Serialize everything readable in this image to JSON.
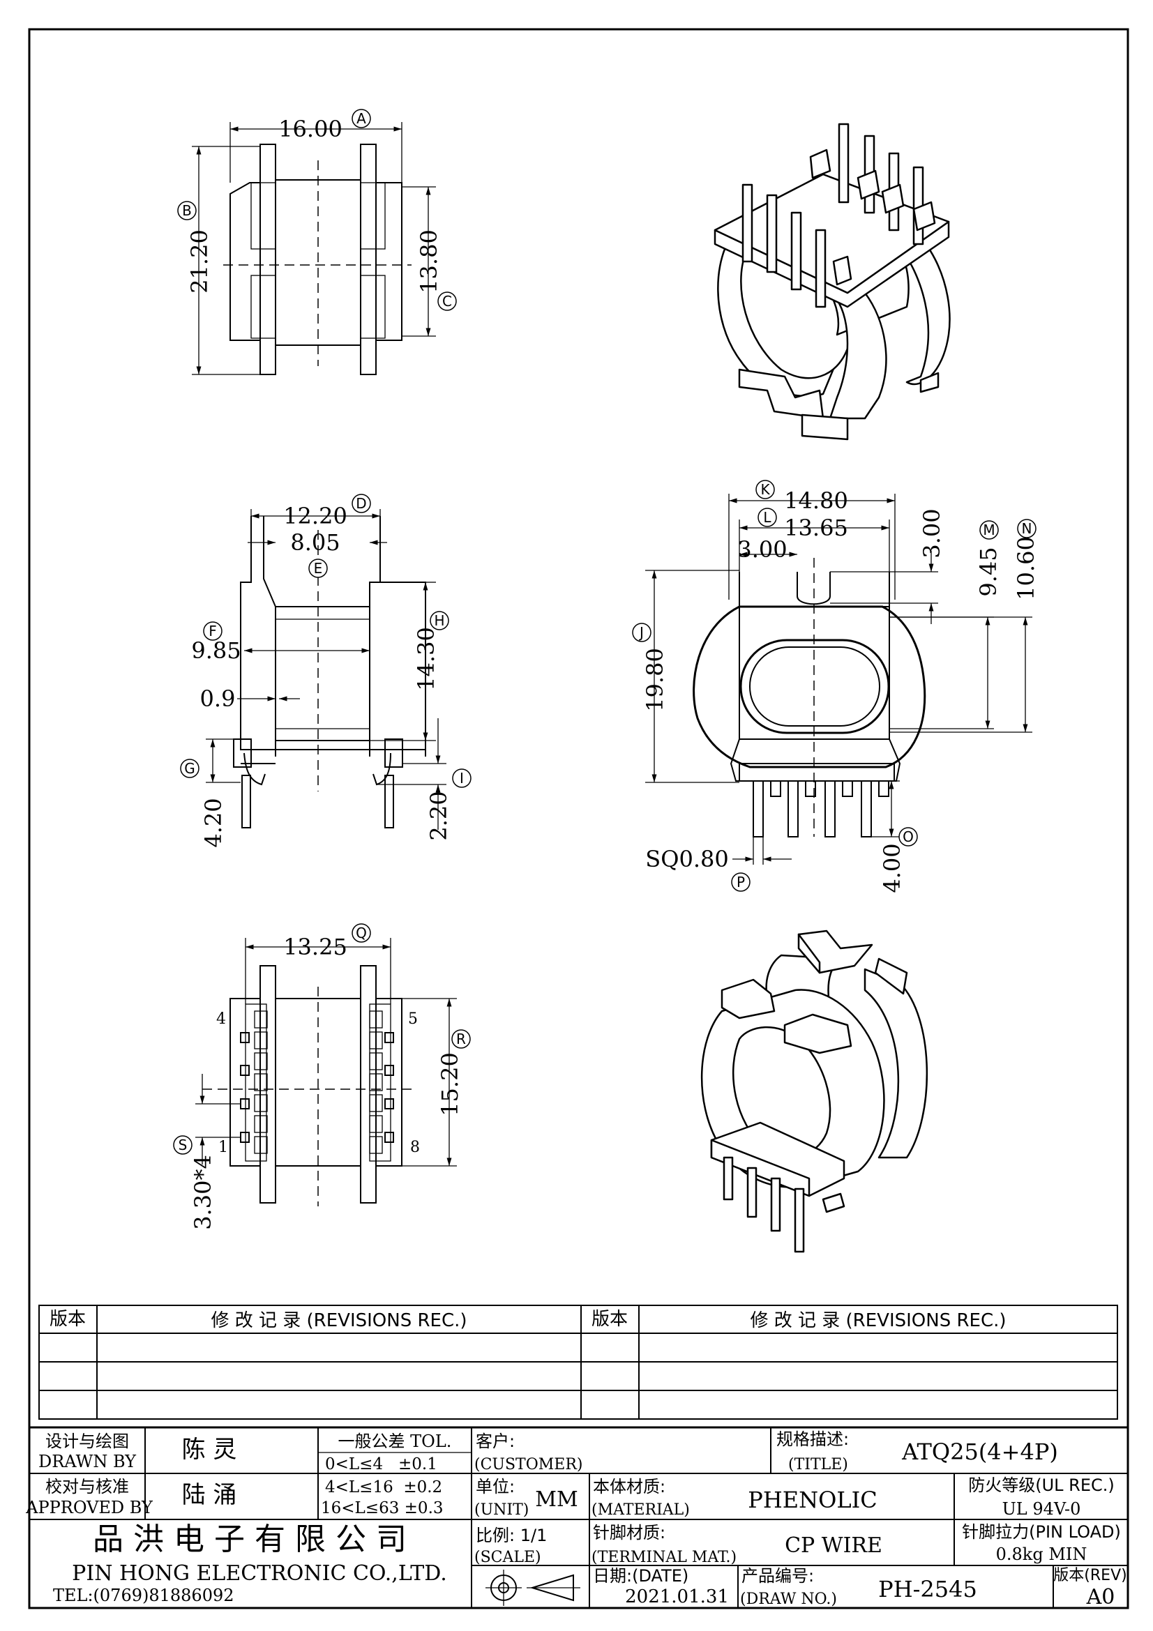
{
  "views": {
    "top": {
      "dim_a": "16.00",
      "dim_b": "21.20",
      "dim_c": "13.80"
    },
    "front": {
      "dim_d": "12.20",
      "dim_e": "8.05",
      "dim_f": "9.85",
      "dim_h": "14.30",
      "dim_09": "0.9",
      "dim_g": "4.20",
      "dim_i": "2.20"
    },
    "side": {
      "dim_k": "14.80",
      "dim_l": "13.65",
      "dim_300a": "3.00",
      "dim_300b": "3.00",
      "dim_m": "9.45",
      "dim_n": "10.60",
      "dim_j": "19.80",
      "dim_o": "4.00",
      "dim_p": "SQ0.80"
    },
    "bottom": {
      "dim_q": "13.25",
      "dim_r": "15.20",
      "dim_s": "3.30*4",
      "pin_4": "4",
      "pin_5": "5",
      "pin_1": "1",
      "pin_8": "8"
    }
  },
  "bubbles": [
    "A",
    "B",
    "C",
    "D",
    "E",
    "F",
    "G",
    "H",
    "I",
    "J",
    "K",
    "L",
    "M",
    "N",
    "O",
    "P",
    "Q",
    "R",
    "S"
  ],
  "revisions": {
    "ver_label": "版本",
    "rec_label": "修 改 记 录  (REVISIONS REC.)"
  },
  "title_block": {
    "drawn_cn": "设计与绘图",
    "drawn_en": "DRAWN BY",
    "drawn_name": "陈 灵",
    "approved_cn": "校对与核准",
    "approved_en": "APPROVED BY",
    "approved_name": "陆 涌",
    "tol_title": "一般公差 TOL.",
    "tol_rows": [
      "0<L≤4   ±0.1",
      "4<L≤16  ±0.2",
      "16<L≤63 ±0.3"
    ],
    "customer_cn": "客户:",
    "customer_en": "(CUSTOMER)",
    "title_cn": "规格描述:",
    "title_en": "(TITLE)",
    "title_value": "ATQ25(4+4P)",
    "unit_cn": "单位:",
    "unit_en": "(UNIT)",
    "unit_value": "MM",
    "material_cn": "本体材质:",
    "material_en": "(MATERIAL)",
    "material_value": "PHENOLIC",
    "ul_cn": "防火等级(UL REC.)",
    "ul_value": "UL 94V-0",
    "company_cn": "品 洪 电 子 有 限 公 司",
    "company_en": "PIN HONG ELECTRONIC CO.,LTD.",
    "tel": "TEL:(0769)81886092",
    "scale_cn": "比例: 1/1",
    "scale_en": "(SCALE)",
    "terminal_cn": "针脚材质:",
    "terminal_en": "(TERMINAL MAT.)",
    "terminal_value": "CP WIRE",
    "pinload_cn": "针脚拉力(PIN LOAD)",
    "pinload_value": "0.8kg MIN",
    "date_cn": "日期:(DATE)",
    "date_value": "2021.01.31",
    "drawno_cn": "产品编号:",
    "drawno_en": "(DRAW NO.)",
    "drawno_value": "PH-2545",
    "rev_cn": "版本(REV)",
    "rev_value": "A0"
  }
}
